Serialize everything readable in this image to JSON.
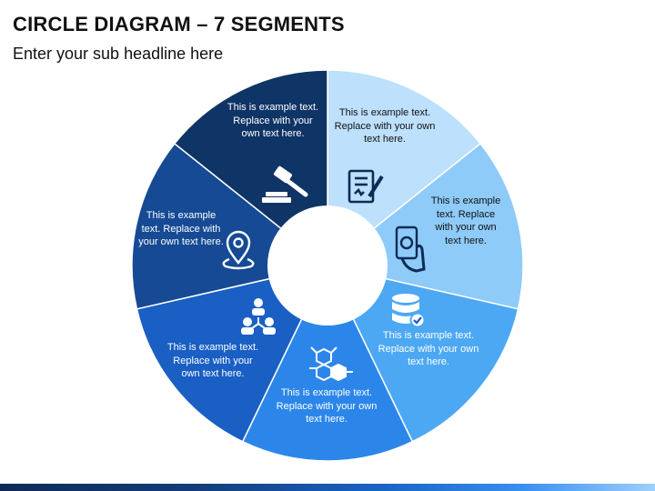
{
  "header": {
    "title": "CIRCLE DIAGRAM – 7 SEGMENTS",
    "subtitle": "Enter your sub headline here"
  },
  "segments": [
    {
      "id": 1,
      "text": "This is example text. Replace with your own text here.",
      "icon": "document-sign-icon",
      "color": "#bde0fc",
      "text_color": "#111111"
    },
    {
      "id": 2,
      "text": "This is example text. Replace with your own text here.",
      "icon": "mobile-payment-icon",
      "color": "#8ecbf9",
      "text_color": "#111111"
    },
    {
      "id": 3,
      "text": "This is example text. Replace with your own text here.",
      "icon": "database-check-icon",
      "color": "#4da8f4",
      "text_color": "#ffffff"
    },
    {
      "id": 4,
      "text": "This is example text. Replace with your own text here.",
      "icon": "molecule-icon",
      "color": "#2c86ea",
      "text_color": "#ffffff"
    },
    {
      "id": 5,
      "text": "This is example text. Replace with your own text here.",
      "icon": "network-people-icon",
      "color": "#1a5fc4",
      "text_color": "#ffffff"
    },
    {
      "id": 6,
      "text": "This is example text. Replace with your own text here.",
      "icon": "location-pin-icon",
      "color": "#164a94",
      "text_color": "#ffffff"
    },
    {
      "id": 7,
      "text": "This is example text. Replace with your own text here.",
      "icon": "gavel-icon",
      "color": "#0f3466",
      "text_color": "#ffffff"
    }
  ]
}
